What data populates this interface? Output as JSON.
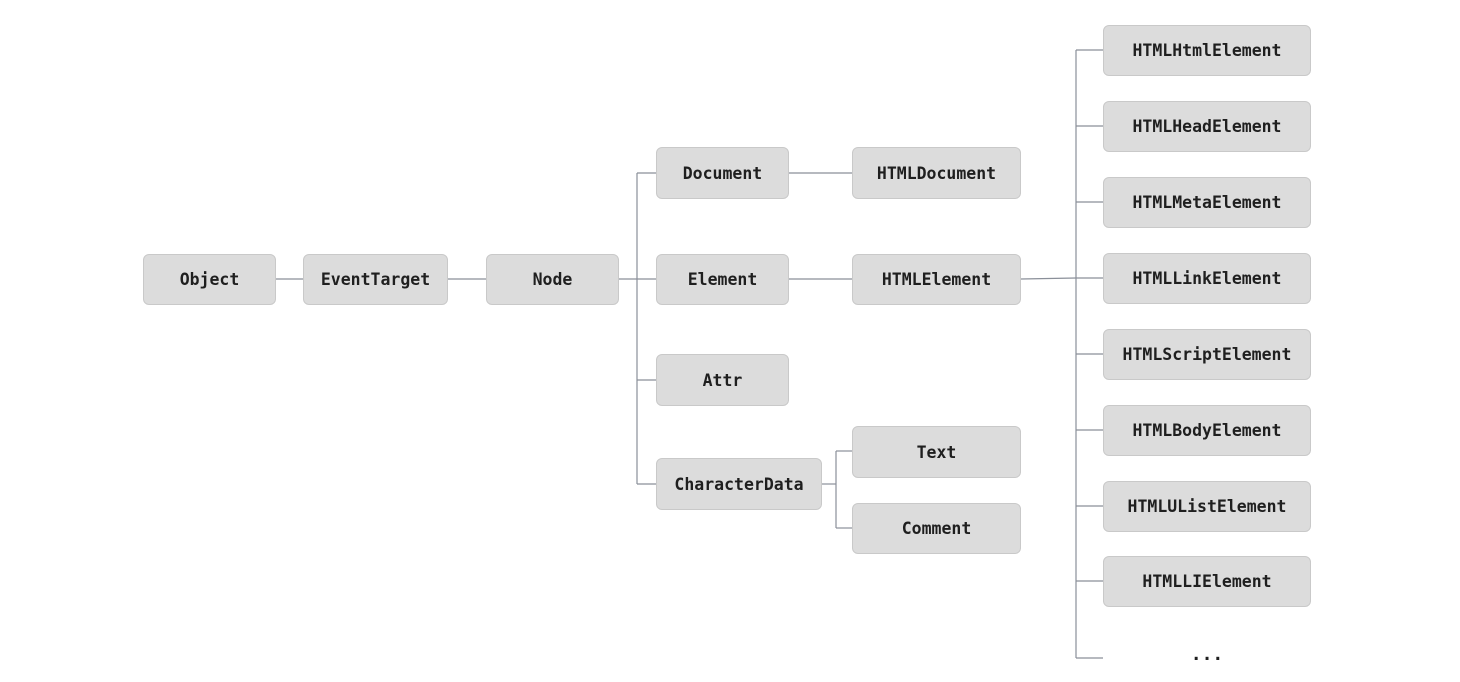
{
  "nodes": {
    "object": "Object",
    "event_target": "EventTarget",
    "node": "Node",
    "document": "Document",
    "element": "Element",
    "attr": "Attr",
    "character_data": "CharacterData",
    "html_document": "HTMLDocument",
    "html_element": "HTMLElement",
    "text": "Text",
    "comment": "Comment",
    "html_html_element": "HTMLHtmlElement",
    "html_head_element": "HTMLHeadElement",
    "html_meta_element": "HTMLMetaElement",
    "html_link_element": "HTMLLinkElement",
    "html_script_element": "HTMLScriptElement",
    "html_body_element": "HTMLBodyElement",
    "html_ulist_element": "HTMLUListElement",
    "html_li_element": "HTMLLIElement",
    "more": "..."
  },
  "edges": [
    [
      "object",
      "event_target"
    ],
    [
      "event_target",
      "node"
    ],
    [
      "node",
      "document"
    ],
    [
      "node",
      "element"
    ],
    [
      "node",
      "attr"
    ],
    [
      "node",
      "character_data"
    ],
    [
      "document",
      "html_document"
    ],
    [
      "element",
      "html_element"
    ],
    [
      "character_data",
      "text"
    ],
    [
      "character_data",
      "comment"
    ],
    [
      "html_element",
      "html_html_element"
    ],
    [
      "html_element",
      "html_head_element"
    ],
    [
      "html_element",
      "html_meta_element"
    ],
    [
      "html_element",
      "html_link_element"
    ],
    [
      "html_element",
      "html_script_element"
    ],
    [
      "html_element",
      "html_body_element"
    ],
    [
      "html_element",
      "html_ulist_element"
    ],
    [
      "html_element",
      "html_li_element"
    ],
    [
      "html_element",
      "more"
    ]
  ]
}
